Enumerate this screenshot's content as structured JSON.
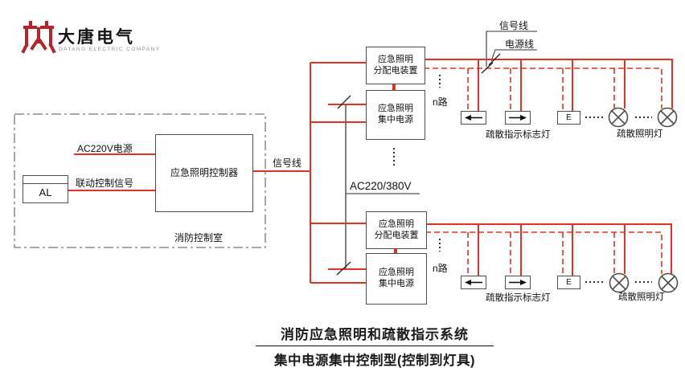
{
  "logo": {
    "name_cn": "大唐电气",
    "name_en": "DATANG ELECTRIC COMPANY"
  },
  "control_room": {
    "room_label": "消防控制室",
    "al_label": "AL",
    "controller_label": "应急照明控制器",
    "ac220_label": "AC220V电源",
    "linkage_label": "联动控制信号",
    "signal_out_label": "信号线"
  },
  "mains": {
    "label": "AC220/380V"
  },
  "branch": {
    "dist_line1": "应急照明",
    "dist_line2": "分配电装置",
    "power_line1": "应急照明",
    "power_line2": "集中电源",
    "n_routes": "n路"
  },
  "lines": {
    "signal": "信号线",
    "power": "电源线"
  },
  "fixtures": {
    "e_label": "E",
    "exit_sign_group": "疏散指示标志灯",
    "lamp_group": "疏散照明灯"
  },
  "title": {
    "line1": "消防应急照明和疏散指示系统",
    "line2": "集中电源集中控制型(控制到灯具)"
  },
  "colors": {
    "red": "#e23222",
    "grey": "#555555",
    "logo_red": "#b6232b"
  }
}
